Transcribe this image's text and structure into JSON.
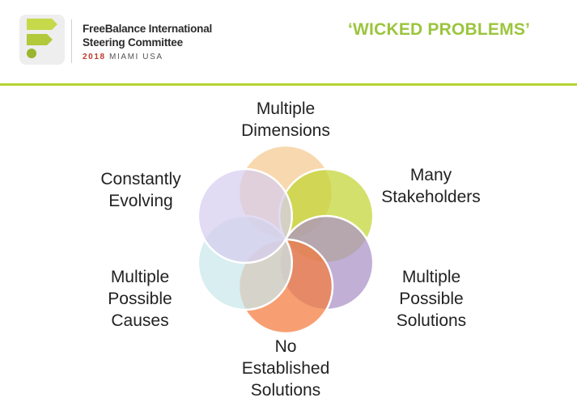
{
  "header": {
    "org_line1": "FreeBalance International",
    "org_line2": "Steering Committee",
    "event_year": "2018",
    "event_place": "MIAMI USA",
    "title": "‘WICKED PROBLEMS’"
  },
  "diagram": {
    "petals": [
      {
        "label_line1": "Multiple",
        "label_line2": "Dimensions",
        "label_line3": "",
        "color": "#f5c98f"
      },
      {
        "label_line1": "Many",
        "label_line2": "Stakeholders",
        "label_line3": "",
        "color": "#c2d633"
      },
      {
        "label_line1": "Multiple",
        "label_line2": "Possible",
        "label_line3": "Solutions",
        "color": "#a990c6"
      },
      {
        "label_line1": "No",
        "label_line2": "Established",
        "label_line3": "Solutions",
        "color": "#f47a3c"
      },
      {
        "label_line1": "Multiple",
        "label_line2": "Possible",
        "label_line3": "Causes",
        "color": "#c9e7ec"
      },
      {
        "label_line1": "Constantly",
        "label_line2": "Evolving",
        "label_line3": "",
        "color": "#d6cdee"
      }
    ],
    "colors": {
      "accent": "#9bc53d",
      "rule": "#b5d334",
      "year": "#c0392b"
    }
  }
}
